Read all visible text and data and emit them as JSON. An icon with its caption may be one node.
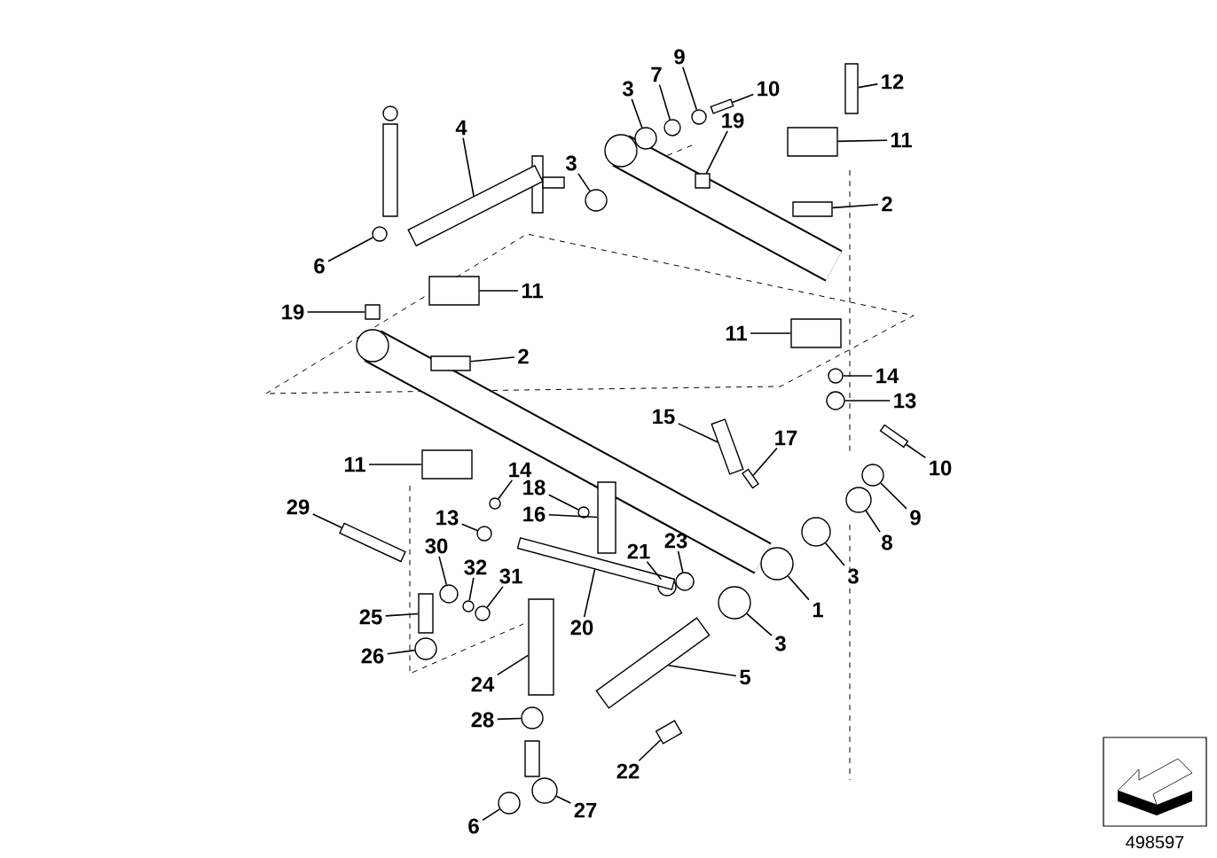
{
  "diagram": {
    "nodes": [
      {
        "text": [
          "3"
        ]
      },
      {
        "text": [
          "7"
        ]
      },
      {
        "text": [
          "9"
        ]
      },
      {
        "text": [
          "10"
        ]
      },
      {
        "text": [
          "12"
        ]
      },
      {
        "text": [
          "3"
        ]
      },
      {
        "text": [
          "4"
        ]
      },
      {
        "text": [
          "19"
        ]
      },
      {
        "text": [
          "11"
        ]
      },
      {
        "text": [
          "2"
        ]
      },
      {
        "text": [
          "6"
        ]
      },
      {
        "text": [
          "11"
        ]
      },
      {
        "text": [
          "19"
        ]
      },
      {
        "text": [
          "2"
        ]
      },
      {
        "text": [
          "11"
        ]
      },
      {
        "text": [
          "14"
        ]
      },
      {
        "text": [
          "13"
        ]
      },
      {
        "text": [
          "15"
        ]
      },
      {
        "text": [
          "17"
        ]
      },
      {
        "text": [
          "11"
        ]
      },
      {
        "text": [
          "29"
        ]
      },
      {
        "text": [
          "14"
        ]
      },
      {
        "text": [
          "18"
        ]
      },
      {
        "text": [
          "13"
        ]
      },
      {
        "text": [
          "16"
        ]
      },
      {
        "text": [
          "30"
        ]
      },
      {
        "text": [
          "32"
        ]
      },
      {
        "text": [
          "23"
        ]
      },
      {
        "text": [
          "31"
        ]
      },
      {
        "text": [
          "21"
        ]
      },
      {
        "text": [
          "3"
        ]
      },
      {
        "text": [
          "1"
        ]
      },
      {
        "text": [
          "8"
        ]
      },
      {
        "text": [
          "9"
        ]
      },
      {
        "text": [
          "10"
        ]
      },
      {
        "text": [
          "20"
        ]
      },
      {
        "text": [
          "25"
        ]
      },
      {
        "text": [
          "3"
        ]
      },
      {
        "text": [
          "26"
        ]
      },
      {
        "text": [
          "5"
        ]
      },
      {
        "text": [
          "24"
        ]
      },
      {
        "text": [
          "28"
        ]
      },
      {
        "text": [
          "22"
        ]
      },
      {
        "text": [
          "6"
        ]
      },
      {
        "text": [
          "27"
        ]
      },
      {
        "text": [],
        "shape": "circle"
      },
      {
        "text": [],
        "shape": "circle"
      },
      {
        "text": [],
        "shape": "circle"
      },
      {
        "text": [],
        "shape": "box"
      },
      {
        "text": [],
        "shape": "box"
      },
      {
        "text": [],
        "shape": "circle"
      },
      {
        "text": [],
        "shape": "box"
      },
      {
        "text": [],
        "shape": "box"
      },
      {
        "text": [],
        "shape": "box"
      },
      {
        "text": [],
        "shape": "box"
      },
      {
        "text": [],
        "shape": "circle"
      },
      {
        "text": [],
        "shape": "box"
      },
      {
        "text": [],
        "shape": "box"
      },
      {
        "text": [],
        "shape": "box"
      },
      {
        "text": [],
        "shape": "box"
      },
      {
        "text": [],
        "shape": "circle"
      },
      {
        "text": [],
        "shape": "circle"
      },
      {
        "text": [],
        "shape": "box"
      },
      {
        "text": [],
        "shape": "box"
      },
      {
        "text": [],
        "shape": "box"
      },
      {
        "text": [],
        "shape": "box"
      },
      {
        "text": [],
        "shape": "circle"
      },
      {
        "text": [],
        "shape": "circle"
      },
      {
        "text": [],
        "shape": "circle"
      },
      {
        "text": [],
        "shape": "box"
      },
      {
        "text": [],
        "shape": "circle"
      },
      {
        "text": [],
        "shape": "circle"
      },
      {
        "text": [],
        "shape": "circle"
      },
      {
        "text": [],
        "shape": "circle"
      },
      {
        "text": [],
        "shape": "circle"
      },
      {
        "text": [],
        "shape": "circle"
      },
      {
        "text": [],
        "shape": "circle"
      },
      {
        "text": [],
        "shape": "circle"
      },
      {
        "text": [],
        "shape": "circle"
      },
      {
        "text": [],
        "shape": "box"
      },
      {
        "text": [],
        "shape": "box"
      },
      {
        "text": [],
        "shape": "box"
      },
      {
        "text": [],
        "shape": "circle"
      },
      {
        "text": [],
        "shape": "circle"
      },
      {
        "text": [],
        "shape": "box"
      },
      {
        "text": [],
        "shape": "box"
      },
      {
        "text": [],
        "shape": "circle"
      },
      {
        "text": [],
        "shape": "box"
      },
      {
        "text": [],
        "shape": "circle"
      },
      {
        "text": [],
        "shape": "circle"
      }
    ],
    "edges": [
      {
        "from": 0,
        "to": 45,
        "arrow": "none"
      },
      {
        "from": 1,
        "to": 46,
        "arrow": "none"
      },
      {
        "from": 2,
        "to": 47,
        "arrow": "none"
      },
      {
        "from": 3,
        "to": 48,
        "arrow": "none"
      },
      {
        "from": 4,
        "to": 49,
        "arrow": "none"
      },
      {
        "from": 5,
        "to": 50,
        "arrow": "none"
      },
      {
        "from": 6,
        "to": 51,
        "arrow": "none"
      },
      {
        "from": 7,
        "to": 52,
        "arrow": "none"
      },
      {
        "from": 8,
        "to": 53,
        "arrow": "none"
      },
      {
        "from": 9,
        "to": 54,
        "arrow": "none"
      },
      {
        "from": 10,
        "to": 55,
        "arrow": "none"
      },
      {
        "from": 11,
        "to": 56,
        "arrow": "none"
      },
      {
        "from": 12,
        "to": 57,
        "arrow": "none"
      },
      {
        "from": 13,
        "to": 58,
        "arrow": "none"
      },
      {
        "from": 14,
        "to": 59,
        "arrow": "none"
      },
      {
        "from": 15,
        "to": 60,
        "arrow": "none"
      },
      {
        "from": 16,
        "to": 61,
        "arrow": "none"
      },
      {
        "from": 17,
        "to": 62,
        "arrow": "none"
      },
      {
        "from": 18,
        "to": 63,
        "arrow": "none"
      },
      {
        "from": 19,
        "to": 64,
        "arrow": "none"
      },
      {
        "from": 20,
        "to": 65,
        "arrow": "none"
      },
      {
        "from": 21,
        "to": 66,
        "arrow": "none"
      },
      {
        "from": 22,
        "to": 67,
        "arrow": "none"
      },
      {
        "from": 23,
        "to": 68,
        "arrow": "none"
      },
      {
        "from": 24,
        "to": 69,
        "arrow": "none"
      },
      {
        "from": 25,
        "to": 70,
        "arrow": "none"
      },
      {
        "from": 26,
        "to": 71,
        "arrow": "none"
      },
      {
        "from": 27,
        "to": 72,
        "arrow": "none"
      },
      {
        "from": 28,
        "to": 73,
        "arrow": "none"
      },
      {
        "from": 29,
        "to": 74,
        "arrow": "none"
      },
      {
        "from": 30,
        "to": 75,
        "arrow": "none"
      },
      {
        "from": 31,
        "to": 76,
        "arrow": "none"
      },
      {
        "from": 32,
        "to": 77,
        "arrow": "none"
      },
      {
        "from": 33,
        "to": 78,
        "arrow": "none"
      },
      {
        "from": 34,
        "to": 79,
        "arrow": "none"
      },
      {
        "from": 35,
        "to": 80,
        "arrow": "none"
      },
      {
        "from": 36,
        "to": 81,
        "arrow": "none"
      },
      {
        "from": 37,
        "to": 82,
        "arrow": "none"
      },
      {
        "from": 38,
        "to": 83,
        "arrow": "none"
      },
      {
        "from": 39,
        "to": 84,
        "arrow": "none"
      },
      {
        "from": 40,
        "to": 85,
        "arrow": "none"
      },
      {
        "from": 41,
        "to": 86,
        "arrow": "none"
      },
      {
        "from": 42,
        "to": 87,
        "arrow": "none"
      },
      {
        "from": 43,
        "to": 88,
        "arrow": "none"
      },
      {
        "from": 44,
        "to": 89,
        "arrow": "none"
      }
    ],
    "labels": [
      "498597"
    ]
  }
}
